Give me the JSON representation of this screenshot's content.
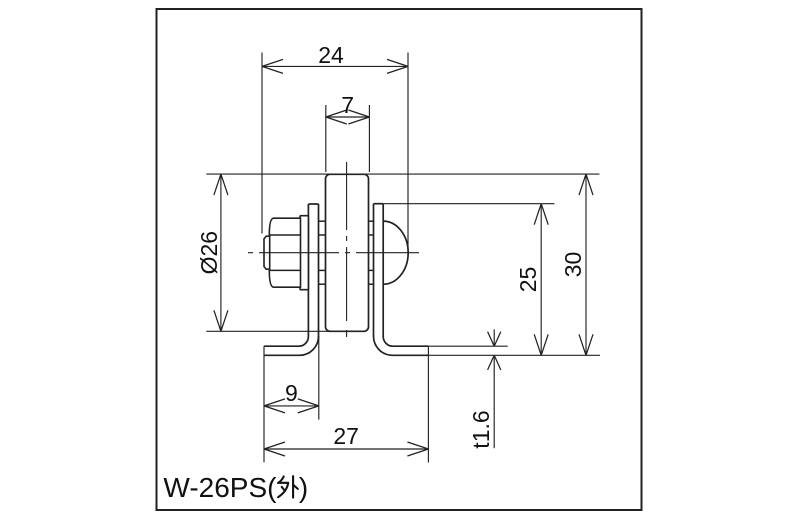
{
  "page": {
    "background": "#ffffff",
    "line_color": "#222222",
    "text_color": "#111111"
  },
  "drawing": {
    "type": "technical-dimension-drawing",
    "part_label": "W-26PS(外)",
    "part_label_prefix": "W-26PS(",
    "part_label_kanji": "外",
    "part_label_suffix": ")",
    "dimensions": {
      "overall_width": "24",
      "roller_width": "7",
      "roller_diameter": "Ø26",
      "plate_height": "25",
      "overall_height": "30",
      "left_flange_length": "9",
      "flange_total_length": "27",
      "plate_thickness": "t1.6"
    }
  }
}
